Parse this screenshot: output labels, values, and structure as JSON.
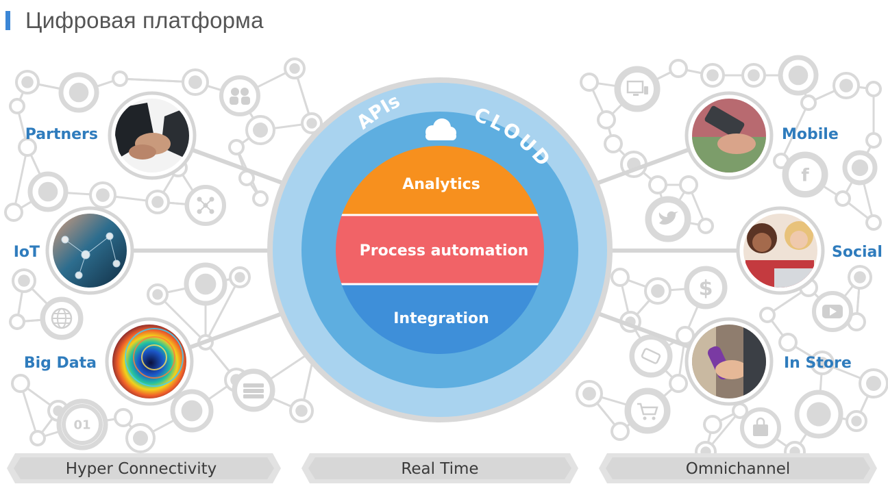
{
  "title": "Цифровая платформа",
  "center": {
    "outer_ring_label": "APIs",
    "inner_ring_label": "CLOUD",
    "bands": [
      "Analytics",
      "Process automation",
      "Integration"
    ]
  },
  "left_items": [
    {
      "label": "Partners",
      "icon": "handshake-photo"
    },
    {
      "label": "IoT",
      "icon": "network-photo"
    },
    {
      "label": "Big Data",
      "icon": "fiber-optics-photo"
    }
  ],
  "right_items": [
    {
      "label": "Mobile",
      "icon": "smartphone-photo"
    },
    {
      "label": "Social",
      "icon": "friends-photo"
    },
    {
      "label": "In Store",
      "icon": "shopping-photo"
    }
  ],
  "bottom_bands": [
    "Hyper Connectivity",
    "Real Time",
    "Omnichannel"
  ],
  "node_icons": [
    "people-icon",
    "network-graph-icon",
    "globe-icon",
    "server-icon",
    "binary-01-icon",
    "monitor-icon",
    "facebook-icon",
    "twitter-icon",
    "dollar-icon",
    "youtube-icon",
    "tag-icon",
    "cart-icon",
    "bag-icon",
    "cloud-icon"
  ],
  "node_text": {
    "binary": "01",
    "facebook": "f",
    "dollar": "$"
  },
  "colors": {
    "accent": "#3b86d6",
    "apis_ring": "#a9d3ef",
    "cloud_ring": "#5eaee0",
    "analytics": "#f7901e",
    "process_automation": "#f16367",
    "integration": "#3e8fd9",
    "label_blue": "#2f7cbd",
    "network_gray": "#d9d9d9"
  }
}
